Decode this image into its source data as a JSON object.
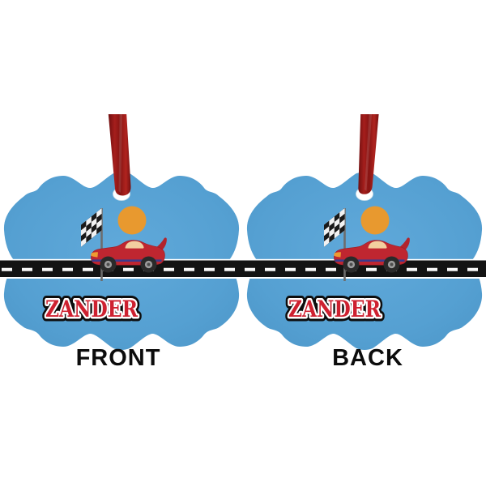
{
  "product": {
    "type": "ornament-mockup",
    "views": "front-and-back"
  },
  "ornaments": [
    {
      "id": "front",
      "label": "FRONT",
      "personalization": "ZANDER"
    },
    {
      "id": "back",
      "label": "BACK",
      "personalization": "ZANDER"
    }
  ],
  "design": {
    "theme": "race-car-finish-line",
    "icons": [
      "ribbon",
      "hanging-hole",
      "checkered-flag",
      "flag-pole",
      "sun",
      "race-car",
      "road",
      "road-center-dashes"
    ],
    "colors": {
      "page_background": "#ffffff",
      "ornament_blue": "#55a0d2",
      "ribbon_red": "#8e1a18",
      "road_black": "#131313",
      "road_dash_white": "#f8f8f8",
      "sun_orange": "#e8992f",
      "car_red": "#bf2630",
      "car_window_tan": "#f2cf9f",
      "car_stripe_blue": "#3c3b8d",
      "flag_black": "#191919",
      "flag_white": "#f2f2f2",
      "name_text_red": "#ce2130",
      "name_outline_white": "#ffffff",
      "name_outline_black": "#0d0d0d",
      "label_black": "#0c0c0c"
    }
  }
}
